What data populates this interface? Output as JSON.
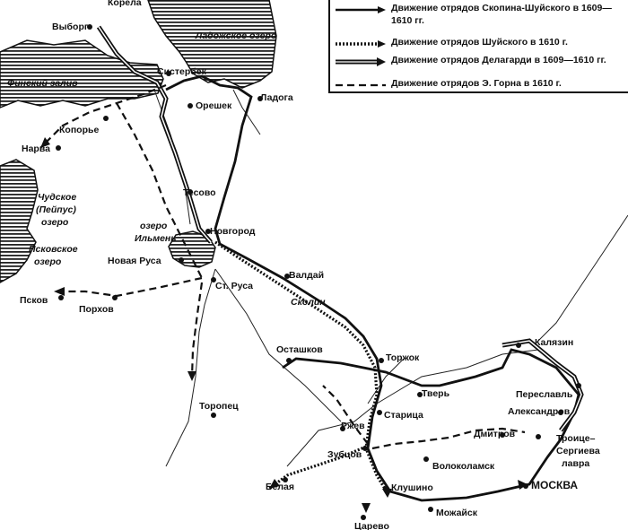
{
  "legend": {
    "skopin": "Движение отрядов Скопина-Шуйского в 1609—1610 гг.",
    "shuisky": "Движение отрядов Шуйского в 1610 г.",
    "delagardi": "Движение отрядов Делагарди в 1609—1610 гг.",
    "gorn": "Движение отрядов Э. Горна в 1610 г."
  },
  "water": {
    "ladoga": "Ладожское озеро",
    "finsky": "Финский залив",
    "chudskoe_1": "Чудское",
    "chudskoe_2": "(Пейпус)",
    "chudskoe_3": "озеро",
    "pskovskoe_1": "Псковское",
    "pskovskoe_2": "озеро",
    "ilmen_1": "озеро",
    "ilmen_2": "Ильмень"
  },
  "cities": {
    "korela": "Корела",
    "vyborg": "Выборг",
    "sisterbek": "Систербек",
    "ladoga": "Ладога",
    "oreshek": "Орешек",
    "kopore": "Копорье",
    "narva": "Нарва",
    "tesovo": "Тесово",
    "novgorod": "Новгород",
    "novaya_rusa": "Новая Руса",
    "st_rusa": "Ст. Руса",
    "pskov": "Псков",
    "porkhov": "Порхов",
    "valdai": "Валдай",
    "skolin": "Сколин",
    "ostashkov": "Осташков",
    "torzhok": "Торжок",
    "kalyazin": "Калязин",
    "pereslavl": "Переславль",
    "tver": "Тверь",
    "aleksandrov": "Александров",
    "troitse_1": "Троице–",
    "troitse_2": "Сергиева",
    "troitse_3": "лавра",
    "toropets": "Торопец",
    "rzhev": "Ржев",
    "staritsa": "Старица",
    "dmitrov": "Дмитров",
    "zubtsov": "Зубцов",
    "volokolamsk": "Волоколамск",
    "belaya": "Белая",
    "klushino": "Клушино",
    "moskva": "МОСКВА",
    "mozhaisk": "Можайск",
    "tsarevo": "Царево"
  }
}
